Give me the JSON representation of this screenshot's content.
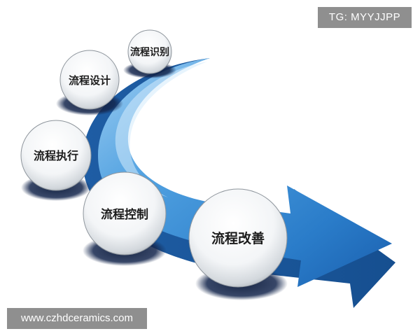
{
  "watermarks": {
    "top_right": "TG: MYYJJPP",
    "bottom_left": "www.czhdceramics.com"
  },
  "steps": [
    {
      "label": "流程识别"
    },
    {
      "label": "流程设计"
    },
    {
      "label": "流程执行"
    },
    {
      "label": "流程控制"
    },
    {
      "label": "流程改善"
    }
  ],
  "colors": {
    "arrow_light": "#6fb3e6",
    "arrow_mid": "#2f84cf",
    "arrow_dark": "#1556a0",
    "bubble_shadow": "#0b1a3a",
    "watermark_bg": "#8f8f8f"
  }
}
